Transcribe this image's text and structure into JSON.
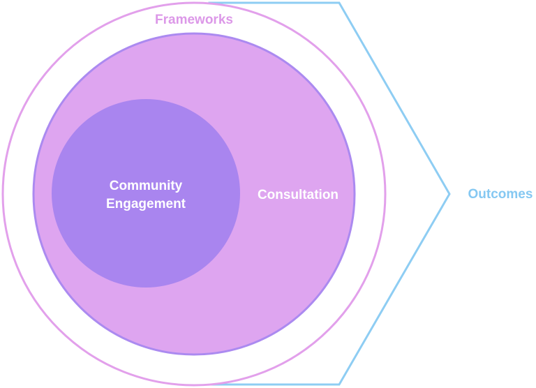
{
  "labels": {
    "frameworks": "Frameworks",
    "consultation": "Consultation",
    "community_line1": "Community",
    "community_line2": "Engagement",
    "outcomes": "Outcomes"
  },
  "colors": {
    "frameworks_stroke": "#e2a0eb",
    "frameworks_text": "#dc98e8",
    "consultation_fill": "#dea5f0",
    "consultation_stroke": "#ab8af0",
    "community_fill": "#a985ef",
    "white_text": "#ffffff",
    "outcomes_stroke": "#8ecdf3",
    "outcomes_text": "#85c8f2"
  }
}
